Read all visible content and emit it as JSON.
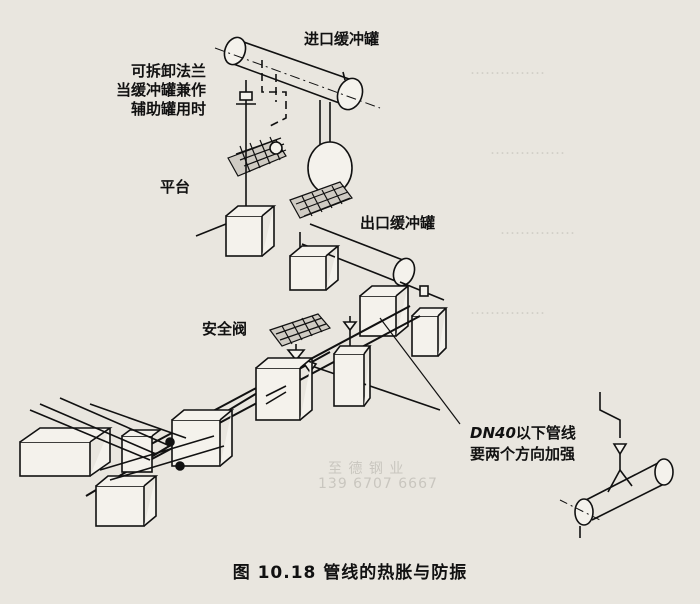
{
  "figure": {
    "labels": {
      "inlet_tank": "进口缓冲罐",
      "removable_flange": [
        "可拆卸法兰",
        "当缓冲罐兼作",
        "辅助罐用时"
      ],
      "platform": "平台",
      "outlet_tank": "出口缓冲罐",
      "safety_valve": "安全阀",
      "dn40_note_prefix": "DN40",
      "dn40_note_line1_rest": "以下管线",
      "dn40_note_line2": "要两个方向加强"
    },
    "watermark": {
      "name": "至 德 钢 业",
      "phone": "139 6707 6667"
    },
    "caption": "图 10.18   管线的热胀与防振"
  }
}
